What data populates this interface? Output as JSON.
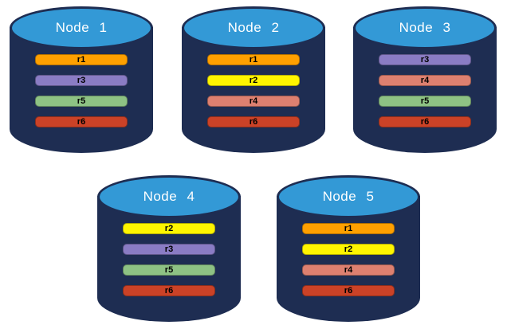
{
  "colors": {
    "canvas_background": "#FFFFFF",
    "cylinder_body": "#1E2D52",
    "cylinder_top": "#3399D6",
    "node_title_text": "#FFFFFF",
    "replica_label_text": "#000000",
    "ranges": {
      "r1": "#FFA000",
      "r2": "#FFF500",
      "r3": "#8A7CC4",
      "r4": "#DD8070",
      "r5": "#8EC284",
      "r6": "#CB4227"
    }
  },
  "nodes": [
    {
      "title": "Node 1",
      "replicas": [
        {
          "label": "r1",
          "color": "#FFA000"
        },
        {
          "label": "r3",
          "color": "#8A7CC4"
        },
        {
          "label": "r5",
          "color": "#8EC284"
        },
        {
          "label": "r6",
          "color": "#CB4227"
        }
      ]
    },
    {
      "title": "Node 2",
      "replicas": [
        {
          "label": "r1",
          "color": "#FFA000"
        },
        {
          "label": "r2",
          "color": "#FFF500"
        },
        {
          "label": "r4",
          "color": "#DD8070"
        },
        {
          "label": "r6",
          "color": "#CB4227"
        }
      ]
    },
    {
      "title": "Node 3",
      "replicas": [
        {
          "label": "r3",
          "color": "#8A7CC4"
        },
        {
          "label": "r4",
          "color": "#DD8070"
        },
        {
          "label": "r5",
          "color": "#8EC284"
        },
        {
          "label": "r6",
          "color": "#CB4227"
        }
      ]
    },
    {
      "title": "Node 4",
      "replicas": [
        {
          "label": "r2",
          "color": "#FFF500"
        },
        {
          "label": "r3",
          "color": "#8A7CC4"
        },
        {
          "label": "r5",
          "color": "#8EC284"
        },
        {
          "label": "r6",
          "color": "#CB4227"
        }
      ]
    },
    {
      "title": "Node 5",
      "replicas": [
        {
          "label": "r1",
          "color": "#FFA000"
        },
        {
          "label": "r2",
          "color": "#FFF500"
        },
        {
          "label": "r4",
          "color": "#DD8070"
        },
        {
          "label": "r6",
          "color": "#CB4227"
        }
      ]
    }
  ]
}
